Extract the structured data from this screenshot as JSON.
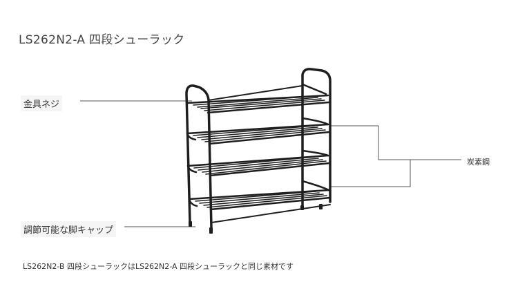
{
  "title": "LS262N2-A 四段シューラック",
  "labels": {
    "screw": "金具ネジ",
    "steel": "炭素鋼",
    "foot_cap": "調節可能な脚キャップ"
  },
  "note": "LS262N2-B 四段シューラックはLS262N2-A 四段シューラックと同じ素材です",
  "colors": {
    "frame": "#1e1e1e",
    "line": "#555555"
  }
}
